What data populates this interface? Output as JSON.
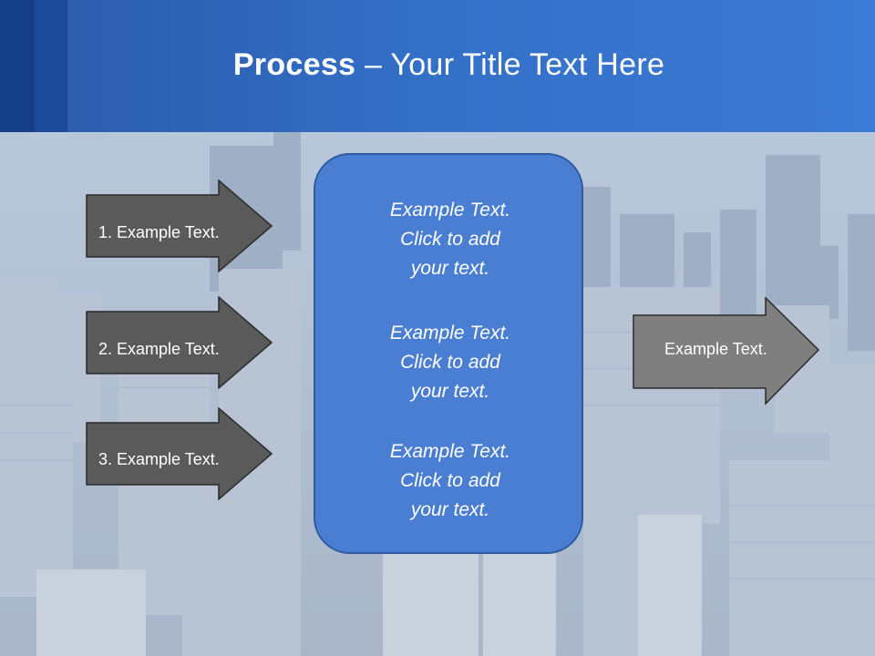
{
  "slide": {
    "title_bold": "Process",
    "title_rest": " – Your Title Text Here"
  },
  "left_arrows": [
    {
      "label": "1. Example Text."
    },
    {
      "label": "2. Example Text."
    },
    {
      "label": "3. Example Text."
    }
  ],
  "center_box": {
    "blocks": [
      {
        "line1": "Example Text.",
        "line2": "Click  to add",
        "line3": "your text."
      },
      {
        "line1": "Example Text.",
        "line2": "Click  to add",
        "line3": "your text."
      },
      {
        "line1": "Example Text.",
        "line2": "Click  to add",
        "line3": "your text."
      }
    ]
  },
  "right_arrow": {
    "label": "Example Text."
  },
  "colors": {
    "header": "#3470c8",
    "arrow_dark": "#5a5a5a",
    "arrow_light": "#7f7f7f",
    "center_box": "#4a7ed2"
  }
}
